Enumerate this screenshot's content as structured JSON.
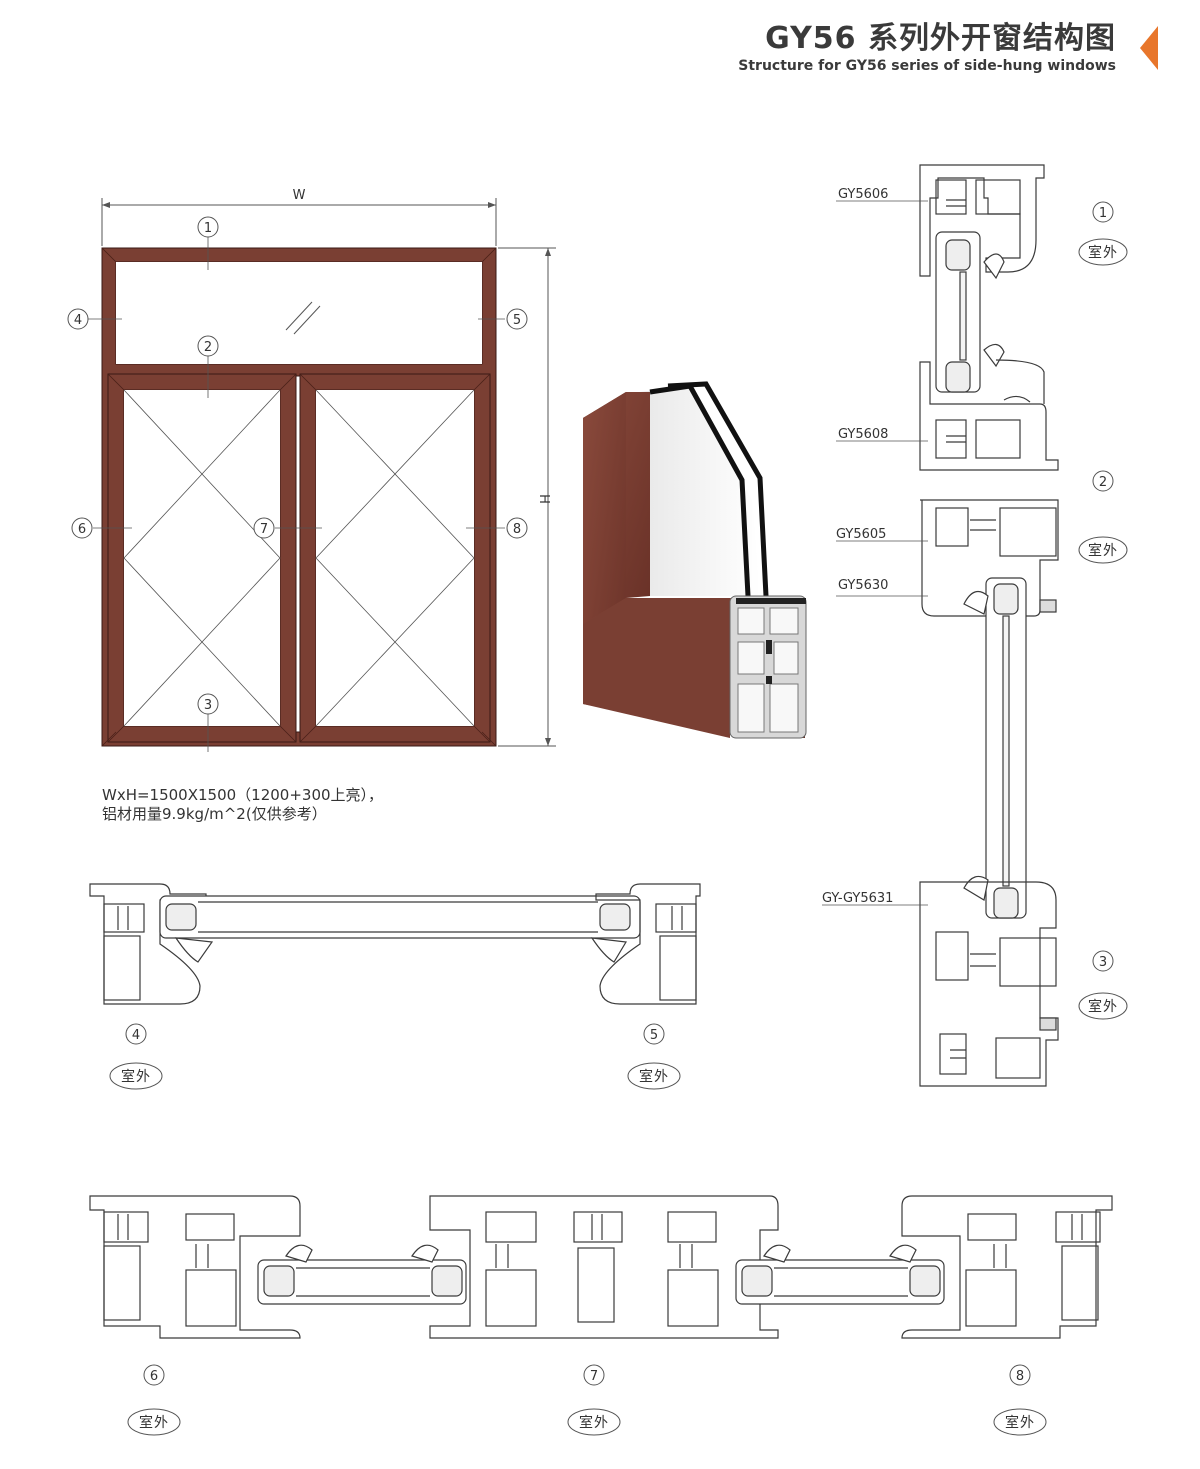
{
  "header": {
    "title_cn": "GY56 系列外开窗结构图",
    "title_en": "Structure for GY56 series of side-hung windows",
    "accent_color": "#e8762b"
  },
  "elevation": {
    "width_label": "W",
    "height_label": "H",
    "callouts": [
      "1",
      "2",
      "3",
      "4",
      "5",
      "6",
      "7",
      "8"
    ],
    "frame_color": "#7a3f33"
  },
  "spec_note": {
    "line1": "WxH=1500X1500（1200+300上亮），",
    "line2": "铝材用量9.9kg/m^2(仅供参考）"
  },
  "vertical_section": {
    "profiles": [
      "GY5606",
      "GY5608",
      "GY5605",
      "GY5630",
      "GY-GY5631"
    ],
    "callouts": [
      "1",
      "2",
      "3"
    ],
    "outside_label": "室外"
  },
  "horizontal_section_top": {
    "callouts": [
      "4",
      "5"
    ],
    "outside_label": "室外"
  },
  "horizontal_section_bottom": {
    "callouts": [
      "6",
      "7",
      "8"
    ],
    "outside_label": "室外"
  }
}
